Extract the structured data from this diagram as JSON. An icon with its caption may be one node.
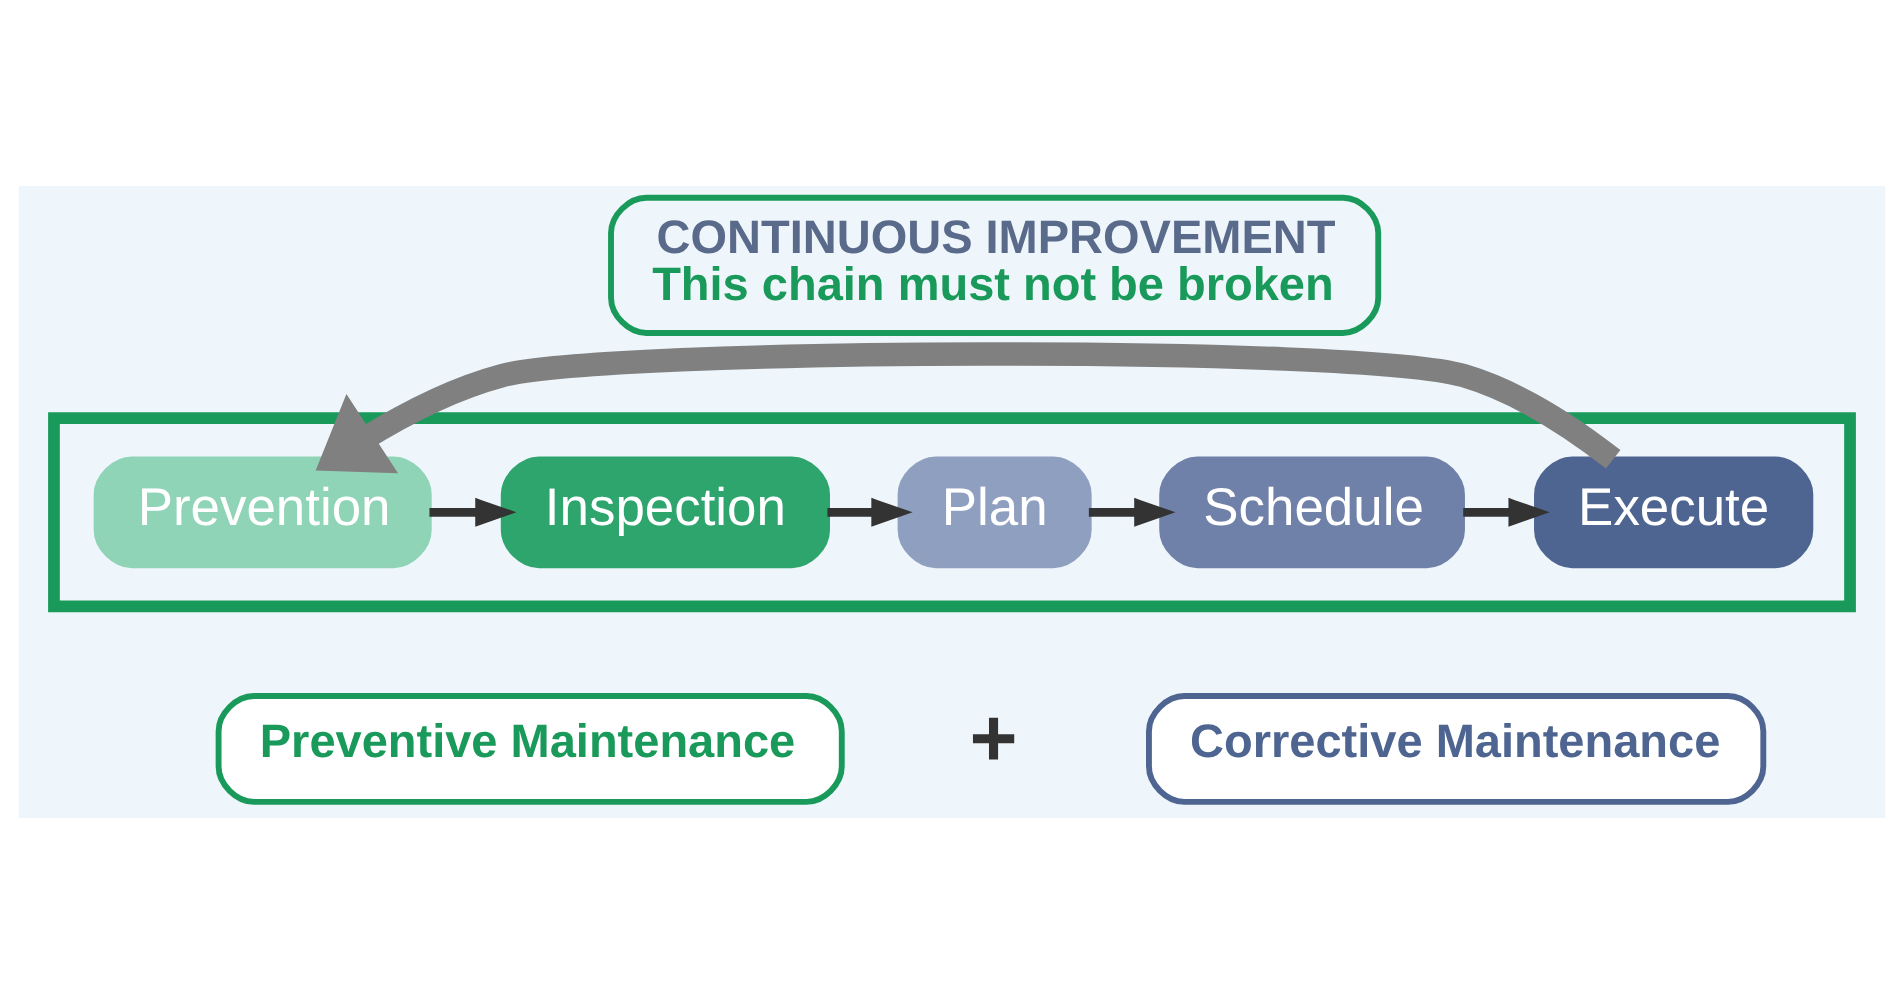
{
  "diagram": {
    "nodes": [
      {
        "text": [],
        "shape": "arrow"
      },
      {
        "text": [
          "Prevention"
        ],
        "in": 0
      },
      {
        "text": [
          "Inspection"
        ],
        "in": 0
      },
      {
        "text": [
          "Plan"
        ],
        "in": 0
      },
      {
        "text": [
          "Schedule"
        ],
        "in": 0
      },
      {
        "text": [
          "Execute"
        ],
        "in": 0
      },
      {
        "text": [
          "CONTINUOUS IMPROVEMENT",
          "This chain must not be broken"
        ]
      },
      {
        "text": [
          "Preventive Maintenance"
        ]
      },
      {
        "text": [
          "Corrective Maintenance"
        ]
      }
    ],
    "edges": [
      {
        "from": 1,
        "to": 2,
        "arrow": "to"
      },
      {
        "from": 2,
        "to": 3,
        "arrow": "to"
      },
      {
        "from": 3,
        "to": 4,
        "arrow": "to"
      },
      {
        "from": 4,
        "to": 5,
        "arrow": "to"
      },
      {
        "from": 5,
        "to": 1,
        "arrow": "to",
        "style": "thick",
        "color": "#808080"
      }
    ],
    "labels": [
      "+"
    ]
  }
}
